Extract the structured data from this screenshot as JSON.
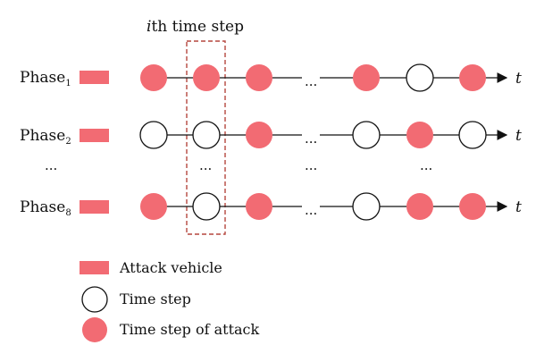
{
  "header": {
    "ith_prefix": "i",
    "ith_rest": "th time step"
  },
  "rows": [
    {
      "label": "Phase",
      "subscript": "1",
      "dots_text": "...",
      "pattern": [
        "attack",
        "attack",
        "attack",
        "attack",
        "step",
        "attack"
      ]
    },
    {
      "label": "Phase",
      "subscript": "2",
      "dots_text": "...",
      "pattern": [
        "step",
        "step",
        "attack",
        "step",
        "attack",
        "step"
      ]
    },
    {
      "label": "Phase",
      "subscript": "8",
      "dots_text": "...",
      "pattern": [
        "attack",
        "step",
        "attack",
        "step",
        "attack",
        "attack"
      ]
    }
  ],
  "ellipsis_row": {
    "label": "...",
    "col_dots": [
      "...",
      "...",
      "...",
      "..."
    ]
  },
  "axis_label": "t",
  "legend": [
    {
      "key": "attack_vehicle",
      "label": "Attack vehicle"
    },
    {
      "key": "time_step",
      "label": "Time step"
    },
    {
      "key": "attack_step",
      "label": "Time step of attack"
    }
  ],
  "colors": {
    "attack": "#f26b73",
    "outline": "#111111",
    "highlight_box": "#b5473f"
  }
}
